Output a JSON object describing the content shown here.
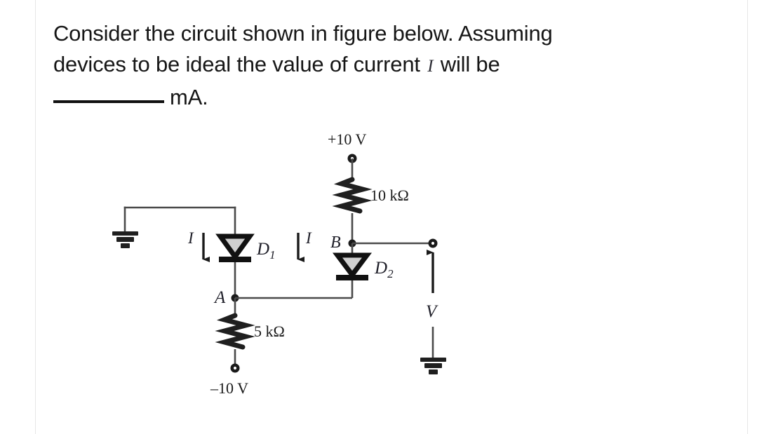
{
  "question": {
    "line1": "Consider the circuit shown in figure below. Assuming",
    "line2_before": "devices to be ideal the value of current",
    "line2_var": "I",
    "line2_after": "will be",
    "blank": "________",
    "unit": "mA."
  },
  "figure": {
    "name": "diode-circuit-diagram",
    "supply_positive": "+10 V",
    "supply_negative": "–10 V",
    "resistor_top": "10 kΩ",
    "resistor_bottom": "5 kΩ",
    "diode_1": "D",
    "diode_1_sub": "1",
    "diode_2": "D",
    "diode_2_sub": "2",
    "node_a": "A",
    "node_b": "B",
    "current_left": "I",
    "current_right": "I",
    "voltage_label": "V"
  },
  "colors": {
    "wire": "#4a4a4a",
    "ink": "#1a1a1a",
    "label_blue_gray": "#20202a",
    "page_rule": "#e6e6e6",
    "diode_fill": "#cfcfcf"
  }
}
